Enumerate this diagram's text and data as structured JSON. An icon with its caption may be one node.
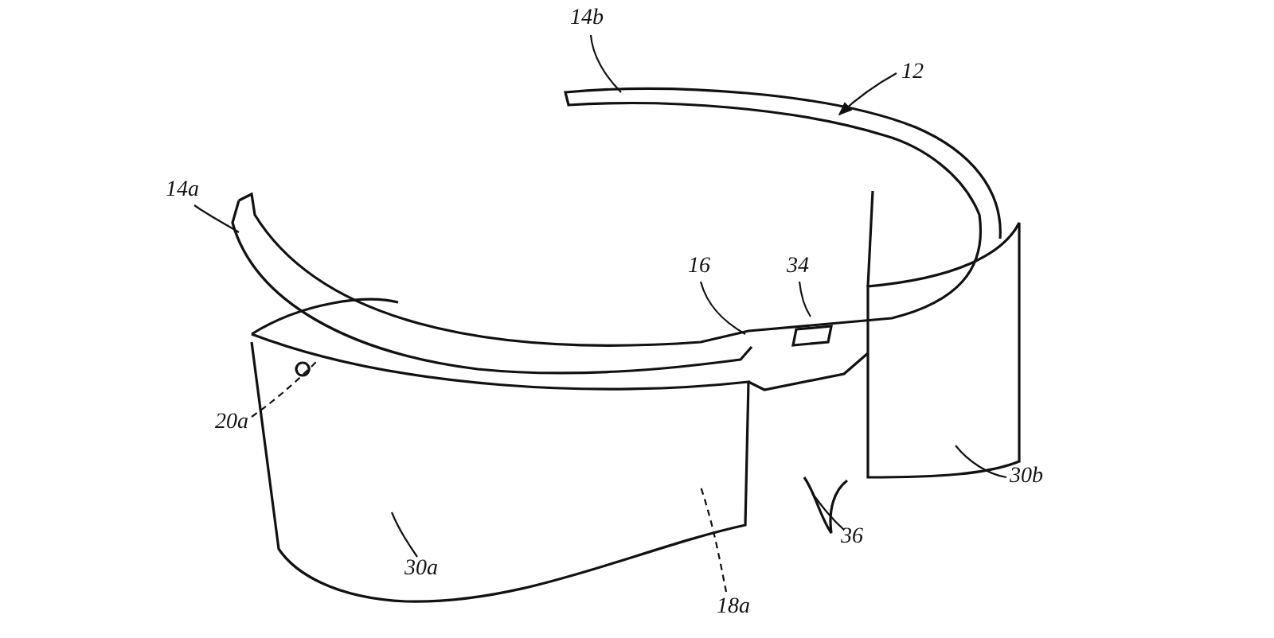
{
  "diagram": {
    "nodes": [
      {
        "text": [
          "14b"
        ]
      },
      {
        "text": [
          "12"
        ]
      },
      {
        "text": [
          "14a"
        ]
      },
      {
        "text": [
          "16"
        ]
      },
      {
        "text": [
          "34"
        ]
      },
      {
        "text": [
          "30b"
        ]
      },
      {
        "text": [
          "20a"
        ]
      },
      {
        "text": [
          "36"
        ]
      },
      {
        "text": [
          "18a"
        ]
      },
      {
        "text": [
          "30a"
        ]
      }
    ],
    "edges": [
      {
        "from": 0,
        "to": null,
        "arrow": "none"
      },
      {
        "from": 1,
        "to": null,
        "arrow": "to"
      },
      {
        "from": 2,
        "to": null,
        "arrow": "none"
      },
      {
        "from": 3,
        "to": null,
        "arrow": "none"
      },
      {
        "from": 4,
        "to": null,
        "arrow": "none"
      },
      {
        "from": 5,
        "to": null,
        "arrow": "none"
      },
      {
        "from": 6,
        "to": null,
        "arrow": "none",
        "style": "dashed"
      },
      {
        "from": 7,
        "to": null,
        "arrow": "none"
      },
      {
        "from": 8,
        "to": null,
        "arrow": "none",
        "style": "dashed"
      },
      {
        "from": 9,
        "to": null,
        "arrow": "none"
      }
    ]
  }
}
